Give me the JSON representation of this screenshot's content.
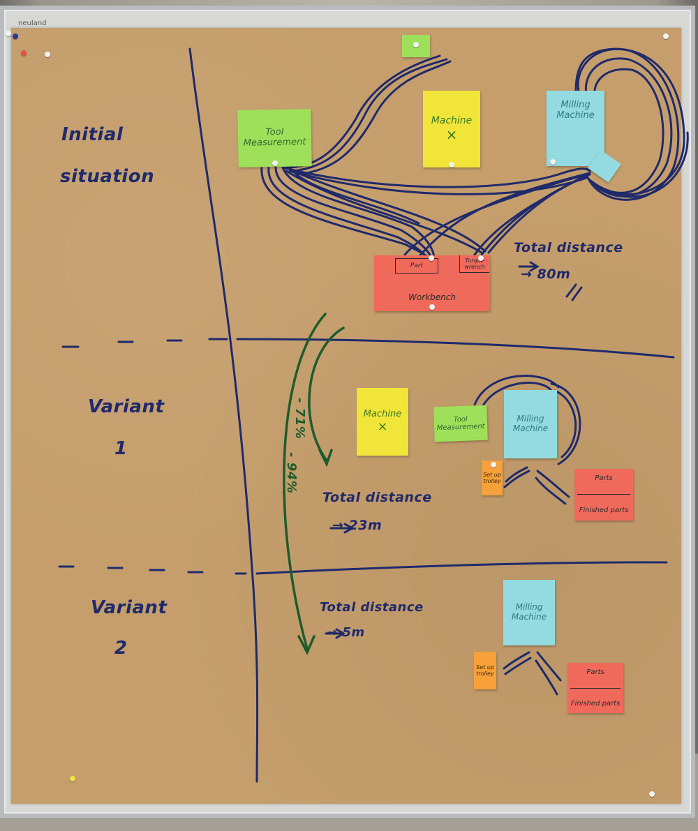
{
  "board": {
    "brand": "neuland"
  },
  "rows": {
    "initial": {
      "label_line1": "Initial",
      "label_line2": "situation"
    },
    "variant1": {
      "label_line1": "Variant",
      "label_line2": "1"
    },
    "variant2": {
      "label_line1": "Variant",
      "label_line2": "2"
    }
  },
  "notes_initial": {
    "tool_measurement": "Tool Measurement",
    "machine": "Machine",
    "machine_mark": "×",
    "milling_machine": "Milling Machine",
    "workbench": "Workbench",
    "part": "Part",
    "torque_wrench": "Torque wrench"
  },
  "notes_variant1": {
    "machine": "Machine",
    "machine_mark": "×",
    "tool_measurement": "Tool Measurement",
    "milling_machine": "Milling Machine",
    "set_up_trolley": "Set up trolley",
    "parts": "Parts",
    "finished_parts": "Finished parts"
  },
  "notes_variant2": {
    "milling_machine": "Milling Machine",
    "set_up_trolley": "Set up trolley",
    "parts": "Parts",
    "finished_parts": "Finished parts"
  },
  "distances": {
    "initial_label": "Total distance",
    "initial_value": "→ 80m",
    "variant1_label": "Total distance",
    "variant1_value": "→ 23m",
    "variant2_label": "Total distance",
    "variant2_value": "→ 5m"
  },
  "reductions": {
    "to_variant1": "- 71%",
    "to_variant2": "- 94%"
  },
  "colors": {
    "paper": "#c59e6c",
    "ink_blue": "#1f2a6b",
    "ink_green": "#1e5b2c",
    "note_green": "#9fe05a",
    "note_yellow": "#f1e53a",
    "note_cyan": "#93dbe0",
    "note_red": "#f06a5c",
    "note_orange": "#f6a13a"
  }
}
